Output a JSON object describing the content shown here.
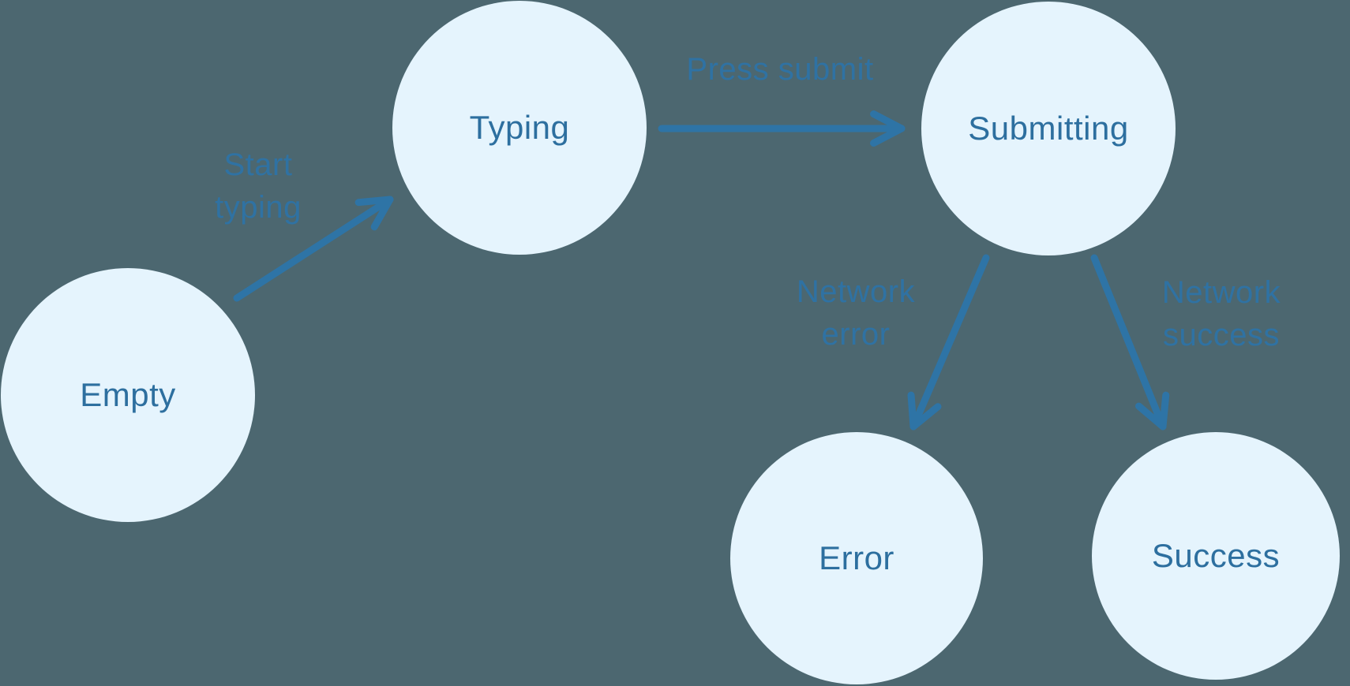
{
  "diagram": {
    "type": "state-machine",
    "colors": {
      "background": "#4c6770",
      "node_fill": "#e5f4fd",
      "node_text": "#2d6f9f",
      "edge": "#2e74a6",
      "edge_label": "#2f72a3"
    },
    "nodes": [
      {
        "id": "empty",
        "label": "Empty"
      },
      {
        "id": "typing",
        "label": "Typing"
      },
      {
        "id": "submitting",
        "label": "Submitting"
      },
      {
        "id": "error",
        "label": "Error"
      },
      {
        "id": "success",
        "label": "Success"
      }
    ],
    "edges": [
      {
        "from": "empty",
        "to": "typing",
        "label": "Start\ntyping"
      },
      {
        "from": "typing",
        "to": "submitting",
        "label": "Press submit"
      },
      {
        "from": "submitting",
        "to": "error",
        "label": "Network\nerror"
      },
      {
        "from": "submitting",
        "to": "success",
        "label": "Network\nsuccess"
      }
    ]
  }
}
